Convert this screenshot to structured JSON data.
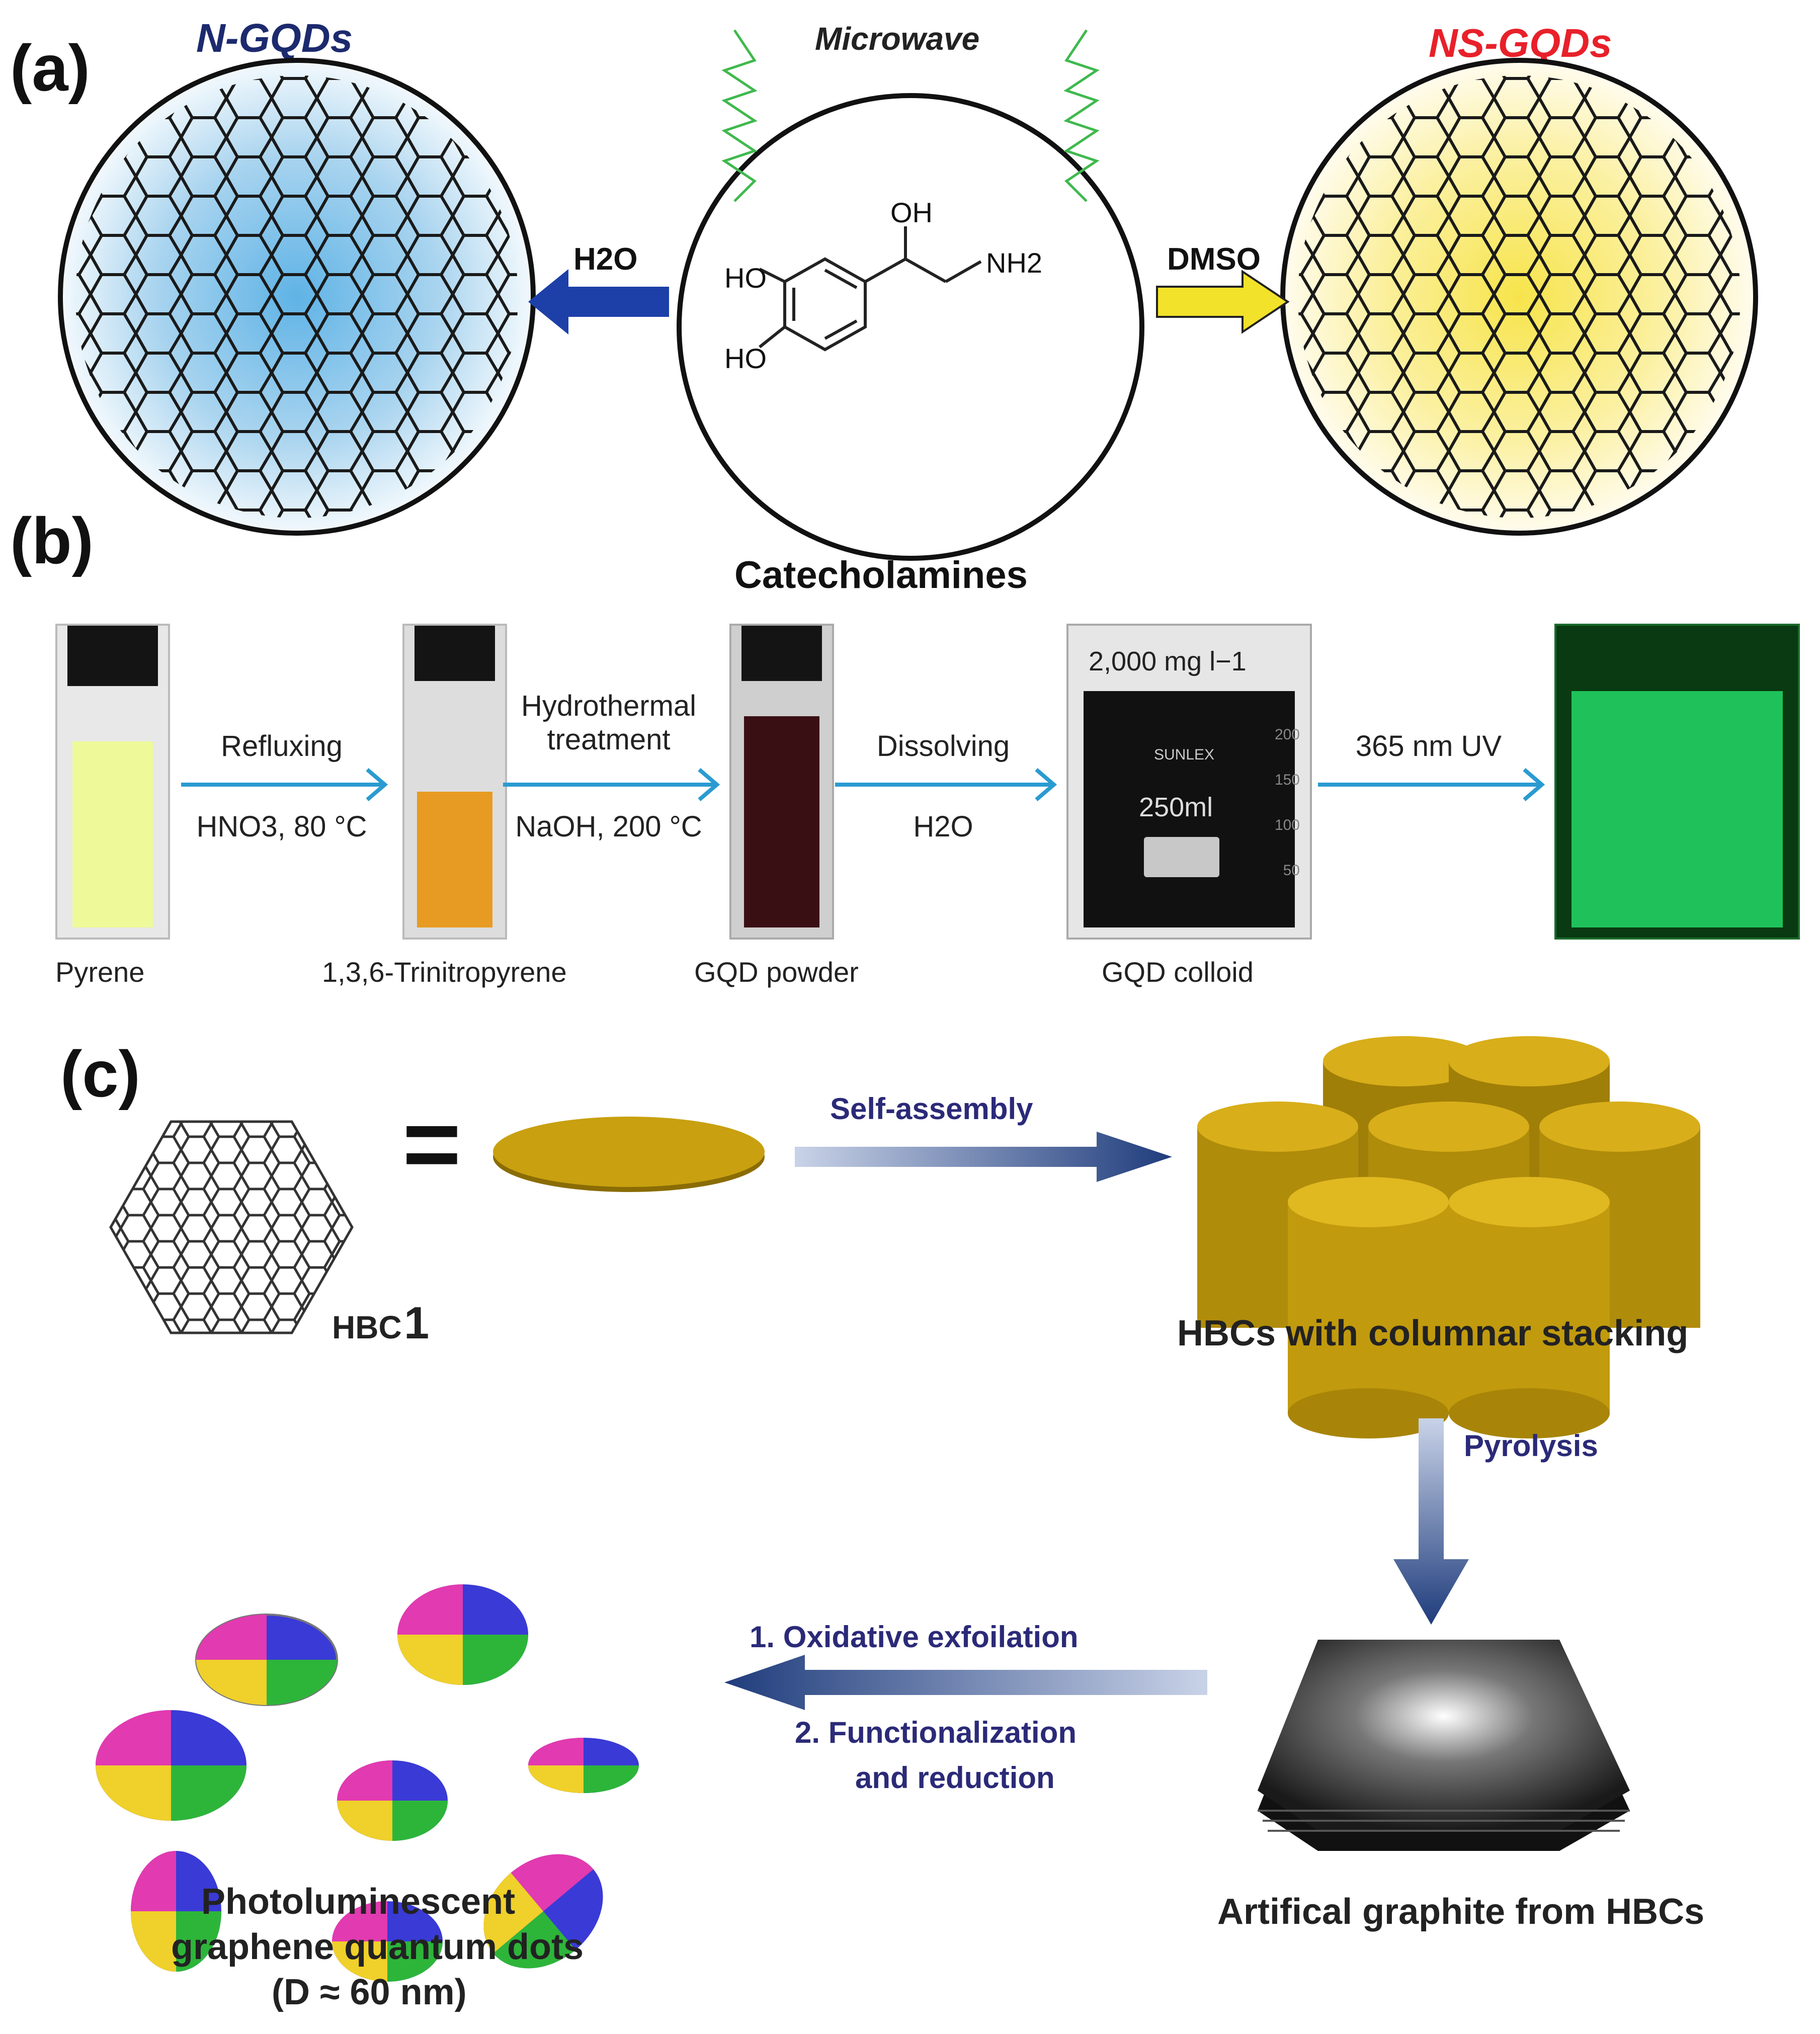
{
  "panels": {
    "a": "(a)",
    "b": "(b)",
    "c": "(c)"
  },
  "panel_a": {
    "left_title": "N-GQDs",
    "right_title": "NS-GQDs",
    "microwave": "Microwave",
    "left_arrow": "H2O",
    "right_arrow": "DMSO",
    "center_caption": "Catecholamines",
    "molecule_labels": {
      "ho1": "HO",
      "ho2": "HO",
      "oh": "OH",
      "nh2": "NH2"
    },
    "colors": {
      "left_title": "#1c2a6e",
      "right_title": "#e8202a",
      "left_arrow": "#1d3fa8",
      "right_arrow": "#f2e22a"
    }
  },
  "panel_b": {
    "steps": [
      {
        "label": "Pyrene"
      },
      {
        "label": "1,3,6-Trinitropyrene"
      },
      {
        "label": "GQD powder"
      },
      {
        "label": "GQD colloid"
      }
    ],
    "arrows": [
      {
        "top": "Refluxing",
        "bottom": "HNO3, 80 °C"
      },
      {
        "top": "Hydrothermal treatment",
        "bottom": "NaOH, 200 °C"
      },
      {
        "top": "Dissolving",
        "bottom": "H2O"
      },
      {
        "top": "365 nm UV",
        "bottom": ""
      }
    ],
    "beaker": {
      "concentration": "2,000 mg l−1",
      "brand": "SUNLEX",
      "volume": "250ml",
      "ticks": [
        "200",
        "150",
        "100",
        "50"
      ]
    },
    "colors": {
      "arrow": "#2a9bd1",
      "uv_glow": "#1fc25a"
    }
  },
  "panel_c": {
    "hbc_label": "HBC",
    "hbc_number": "1",
    "equals": "=",
    "self_assembly": "Self-assembly",
    "stacking_caption": "HBCs with columnar stacking",
    "pyrolysis": "Pyrolysis",
    "graphite_caption": "Artifical graphite from HBCs",
    "step1": "1. Oxidative exfoilation",
    "step2_line1": "2. Functionalization",
    "step2_line2": "and reduction",
    "dots_caption_line1": "Photoluminescent",
    "dots_caption_line2": "graphene quantum dots",
    "dots_caption_line3": "(D ≈ 60 nm)",
    "colors": {
      "disc": "#c8a010",
      "arrow": "#1f3c7c"
    }
  }
}
